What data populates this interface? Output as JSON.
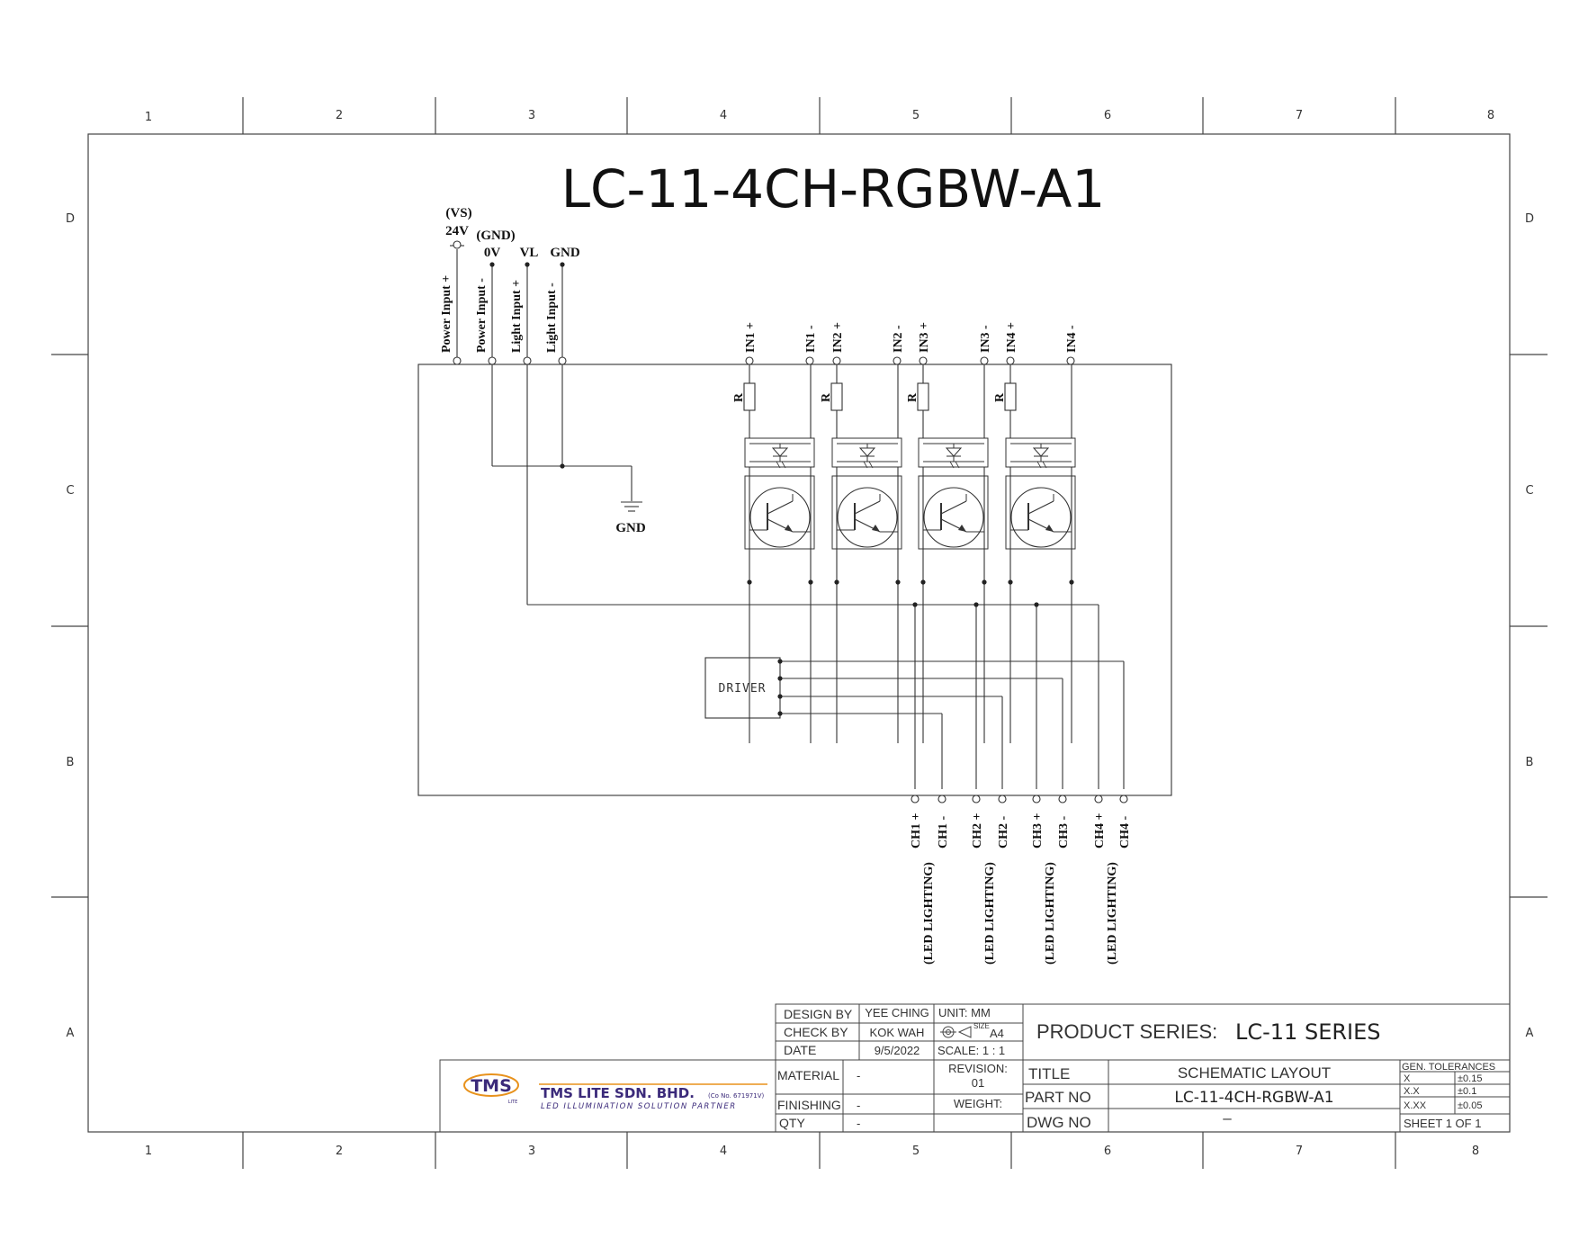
{
  "title": "LC-11-4CH-RGBW-A1",
  "border": {
    "columns": [
      "1",
      "2",
      "3",
      "4",
      "5",
      "6",
      "7",
      "8"
    ],
    "rows": [
      "D",
      "C",
      "B",
      "A"
    ]
  },
  "power": {
    "vs_label": "(VS)",
    "v24_label": "24V",
    "gnd_paren_label": "(GND)",
    "zero_v_label": "0V",
    "vl_label": "VL",
    "gnd_label": "GND",
    "pins": [
      "Power Input +",
      "Power Input -",
      "Light Input +",
      "Light Input -"
    ]
  },
  "inputs": [
    {
      "plus": "IN1 +",
      "minus": "IN1 -"
    },
    {
      "plus": "IN2 +",
      "minus": "IN2 -"
    },
    {
      "plus": "IN3 +",
      "minus": "IN3 -"
    },
    {
      "plus": "IN4 +",
      "minus": "IN4 -"
    }
  ],
  "resistor_label": "R",
  "ground_symbol_label": "GND",
  "driver_label": "DRIVER",
  "outputs": [
    {
      "plus": "CH1 +",
      "minus": "CH1 -",
      "note": "(LED LIGHTING)"
    },
    {
      "plus": "CH2 +",
      "minus": "CH2 -",
      "note": "(LED LIGHTING)"
    },
    {
      "plus": "CH3 +",
      "minus": "CH3 -",
      "note": "(LED LIGHTING)"
    },
    {
      "plus": "CH4 +",
      "minus": "CH4 -",
      "note": "(LED LIGHTING)"
    }
  ],
  "title_block": {
    "design_by_label": "DESIGN BY",
    "design_by": "YEE CHING",
    "check_by_label": "CHECK BY",
    "check_by": "KOK WAH",
    "date_label": "DATE",
    "date": "9/5/2022",
    "material_label": "MATERIAL",
    "material": "-",
    "finishing_label": "FINISHING",
    "finishing": "-",
    "qty_label": "QTY",
    "qty": "-",
    "unit": "UNIT:  MM",
    "size_label": "SIZE",
    "size": "A4",
    "scale": "SCALE: 1 : 1",
    "revision_label": "REVISION:",
    "revision": "01",
    "weight_label": "WEIGHT:",
    "product_series_label": "PRODUCT SERIES:",
    "product_series": "LC-11 SERIES",
    "title_label": "TITLE",
    "title_value": "SCHEMATIC  LAYOUT",
    "part_no_label": "PART NO",
    "part_no": "LC-11-4CH-RGBW-A1",
    "dwg_no_label": "DWG NO",
    "dwg_no": "–",
    "gen_tol_label": "GEN. TOLERANCES",
    "tolerances": [
      {
        "k": "X",
        "v": "±0.15"
      },
      {
        "k": "X.X",
        "v": "±0.1"
      },
      {
        "k": "X.XX",
        "v": "±0.05"
      }
    ],
    "sheet": "SHEET 1 OF 1",
    "company": "TMS LITE SDN. BHD.",
    "company_reg": "(Co No. 671971V)",
    "tagline": "LED ILLUMINATION SOLUTION PARTNER",
    "logo_text": "TMS",
    "logo_sub": "LITE",
    "colors": {
      "logo_purple": "#3b2a7a",
      "logo_orange": "#e8921c",
      "line": "#555555"
    }
  }
}
